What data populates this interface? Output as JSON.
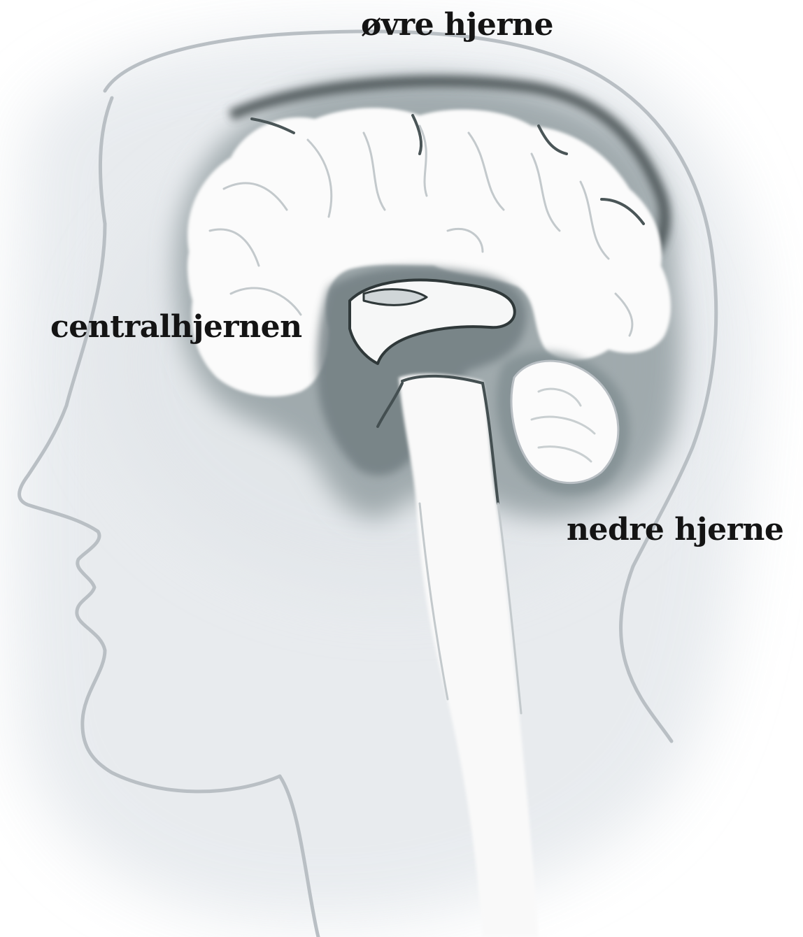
{
  "figure": {
    "labels": {
      "upper_brain": "øvre hjerne",
      "central_brain": "centralhjernen",
      "lower_brain": "nedre hjerne"
    },
    "colors": {
      "background": "#ffffff",
      "haze": "#e6e9ed",
      "sketch_line": "#b9bfc4",
      "brain_shadow": "#7d8a8e",
      "brain_dark": "#3f4a4c",
      "label_text": "#141414"
    }
  }
}
